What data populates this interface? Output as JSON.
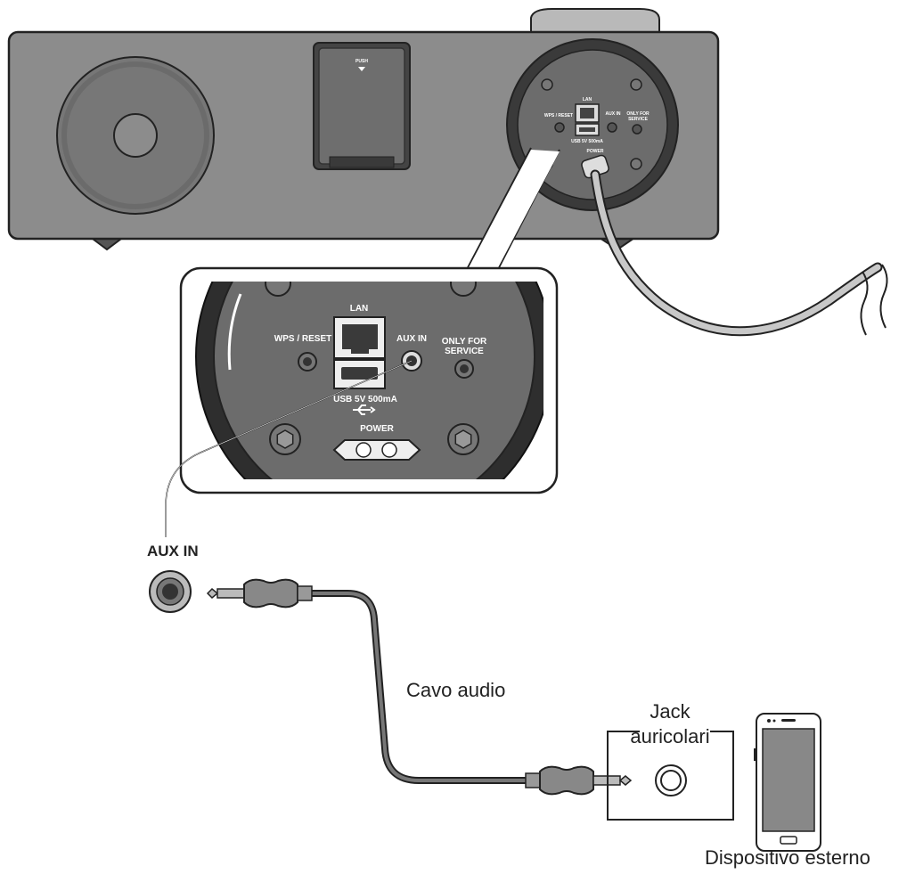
{
  "device_top": {
    "push_label": "PUSH",
    "ports": {
      "lan": "LAN",
      "wps_reset": "WPS / RESET",
      "aux_in": "AUX IN",
      "only_for": "ONLY FOR",
      "service": "SERVICE",
      "usb": "USB 5V 500mA",
      "power": "POWER"
    }
  },
  "zoom_panel": {
    "lan": "LAN",
    "wps_reset": "WPS / RESET",
    "aux_in": "AUX IN",
    "only_for": "ONLY FOR",
    "service": "SERVICE",
    "usb": "USB 5V 500mA",
    "power": "POWER"
  },
  "labels": {
    "aux_in": "AUX IN",
    "cable": "Cavo audio",
    "headphone_jack_line1": "Jack",
    "headphone_jack_line2": "auricolari",
    "external_device": "Dispositivo esterno"
  },
  "colors": {
    "device_body": "#8c8c8c",
    "device_dark": "#3a3a3a",
    "panel_bg": "#6a6a6a",
    "cable": "#777777",
    "outline": "#222222"
  }
}
